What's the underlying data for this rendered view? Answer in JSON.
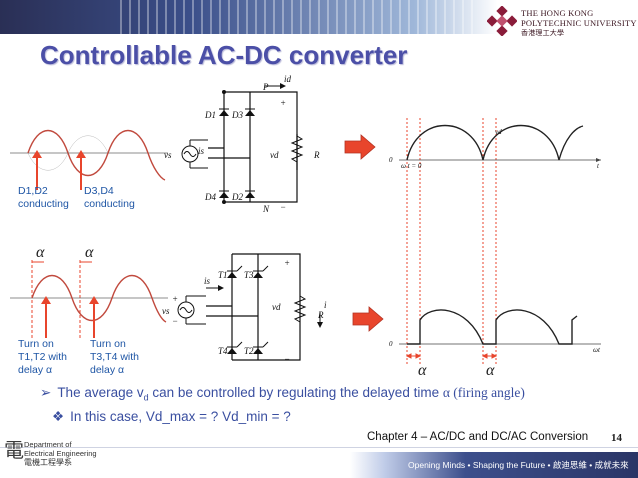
{
  "header": {
    "university_en_line1": "The Hong Kong",
    "university_en_line2": "Polytechnic University",
    "university_cn": "香港理工大學"
  },
  "slide": {
    "title": "Controllable AC-DC converter",
    "left_top": {
      "label1": "D1,D2\nconducting",
      "label2": "D3,D4\nconducting"
    },
    "left_bottom": {
      "alpha1": "α",
      "alpha2": "α",
      "label1": "Turn on\nT1,T2 with\ndelay α",
      "label2": "Turn on\nT3,T4 with\ndelay α"
    },
    "circuit_top": {
      "P": "P",
      "N": "N",
      "id": "id",
      "D1": "D1",
      "D2": "D2",
      "D3": "D3",
      "D4": "D4",
      "vs": "vs",
      "is": "is",
      "vd": "vd",
      "R": "R",
      "plus": "+",
      "minus": "−"
    },
    "circuit_bottom": {
      "T1": "T1",
      "T2": "T2",
      "T3": "T3",
      "T4": "T4",
      "vs": "vs",
      "is": "is",
      "vd": "vd",
      "R": "R",
      "i": "i",
      "plus": "+",
      "minus": "−"
    },
    "right_plot": {
      "vd": "vd",
      "zero_top": "0",
      "wt_zero": "ω t = 0",
      "t": "t",
      "zero_bottom": "0",
      "wt": "ωt",
      "alpha1": "α",
      "alpha2": "α"
    }
  },
  "bullets": [
    {
      "marker": "➢",
      "text_a": "The average v",
      "sub": "d",
      "text_b": " can be controlled by regulating the delayed time ",
      "text_c": "α (firing angle)"
    },
    {
      "marker": "❖",
      "text": "In this case, Vd_max = ? Vd_min = ?"
    }
  ],
  "footer": {
    "chapter": "Chapter 4 – AC/DC and DC/AC Conversion",
    "page": "14",
    "dept_en": "Department of\nElectrical Engineering",
    "dept_cn": "電機工程學系",
    "slogan": "Opening Minds • Shaping the Future • 啟迪思維 • 成就未來"
  },
  "colors": {
    "title": "#4b4fa7",
    "label_blue": "#1f56a5",
    "arrow_red": "#e8452c",
    "wave_red": "#d23a3a"
  }
}
